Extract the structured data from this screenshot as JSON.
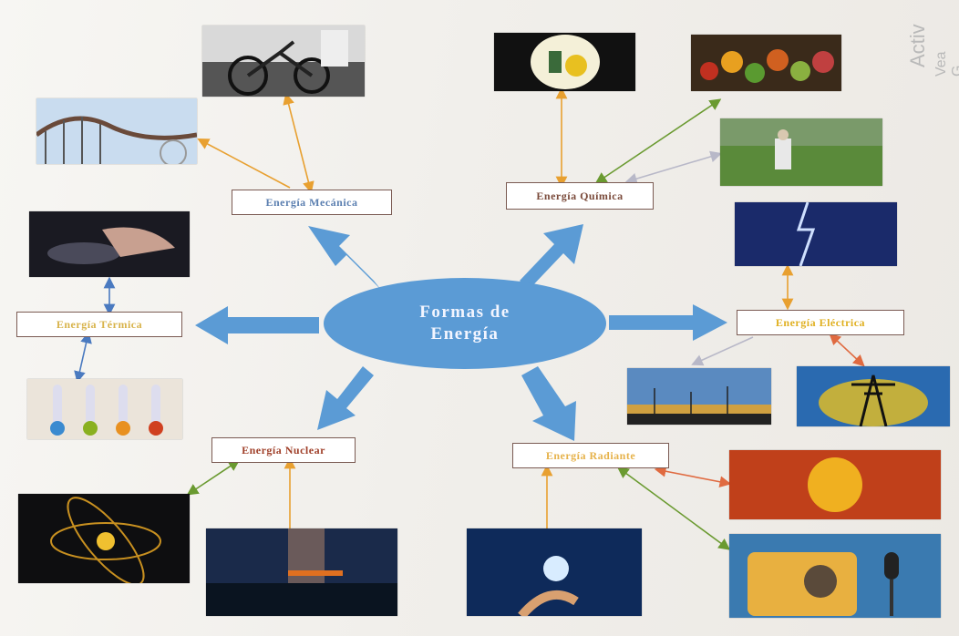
{
  "center": {
    "line1": "Formas de",
    "line2": "Energía"
  },
  "labels": {
    "mecanica": "Energía Mecánica",
    "quimica": "Energía Química",
    "termica": "Energía Térmica",
    "electrica": "Energía Eléctrica",
    "nuclear": "Energía Nuclear",
    "radiante": "Energía Radiante"
  },
  "label_colors": {
    "mecanica": "#5b7fb0",
    "quimica": "#7a4a3a",
    "termica": "#d8b34a",
    "electrica": "#e0b020",
    "nuclear": "#a0402a",
    "radiante": "#e6b24a"
  },
  "photos": [
    {
      "id": "ciclista",
      "desc": "cyclist-photo"
    },
    {
      "id": "montana-rusa",
      "desc": "roller-coaster-photo"
    },
    {
      "id": "nino-luz",
      "desc": "child-light-photo"
    },
    {
      "id": "verduras",
      "desc": "vegetables-photo"
    },
    {
      "id": "hombre-campo",
      "desc": "man-field-photo"
    },
    {
      "id": "plancha",
      "desc": "steam-iron-photo"
    },
    {
      "id": "relampago",
      "desc": "lightning-photo"
    },
    {
      "id": "termometros",
      "desc": "thermometers-photo"
    },
    {
      "id": "aerogeneradores",
      "desc": "wind-turbines-photo"
    },
    {
      "id": "torre-electrica",
      "desc": "power-tower-photo"
    },
    {
      "id": "atomo",
      "desc": "atom-photo"
    },
    {
      "id": "central-nuclear",
      "desc": "nuclear-plant-photo"
    },
    {
      "id": "bombilla",
      "desc": "light-bulb-hand-photo"
    },
    {
      "id": "sol",
      "desc": "sun-photo"
    },
    {
      "id": "radio",
      "desc": "radio-microphone-photo"
    }
  ],
  "colors": {
    "center_fill": "#5b9bd5",
    "arrow_fill": "#5b9bd5"
  },
  "corner_text": {
    "line1": "Activ",
    "line2": "Vea G"
  }
}
